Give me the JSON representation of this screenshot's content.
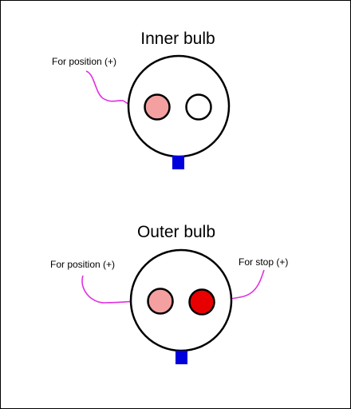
{
  "diagram": {
    "inner": {
      "title": "Inner bulb",
      "position_label": "For position (+)"
    },
    "outer": {
      "title": "Outer bulb",
      "position_label": "For position (+)",
      "stop_label": "For stop (+)"
    }
  },
  "colors": {
    "outline": "#000000",
    "wire": "#e030e0",
    "position_contact": "#f4a0a0",
    "stop_contact": "#e80000",
    "empty_contact": "#ffffff",
    "tab": "#0000dd"
  }
}
